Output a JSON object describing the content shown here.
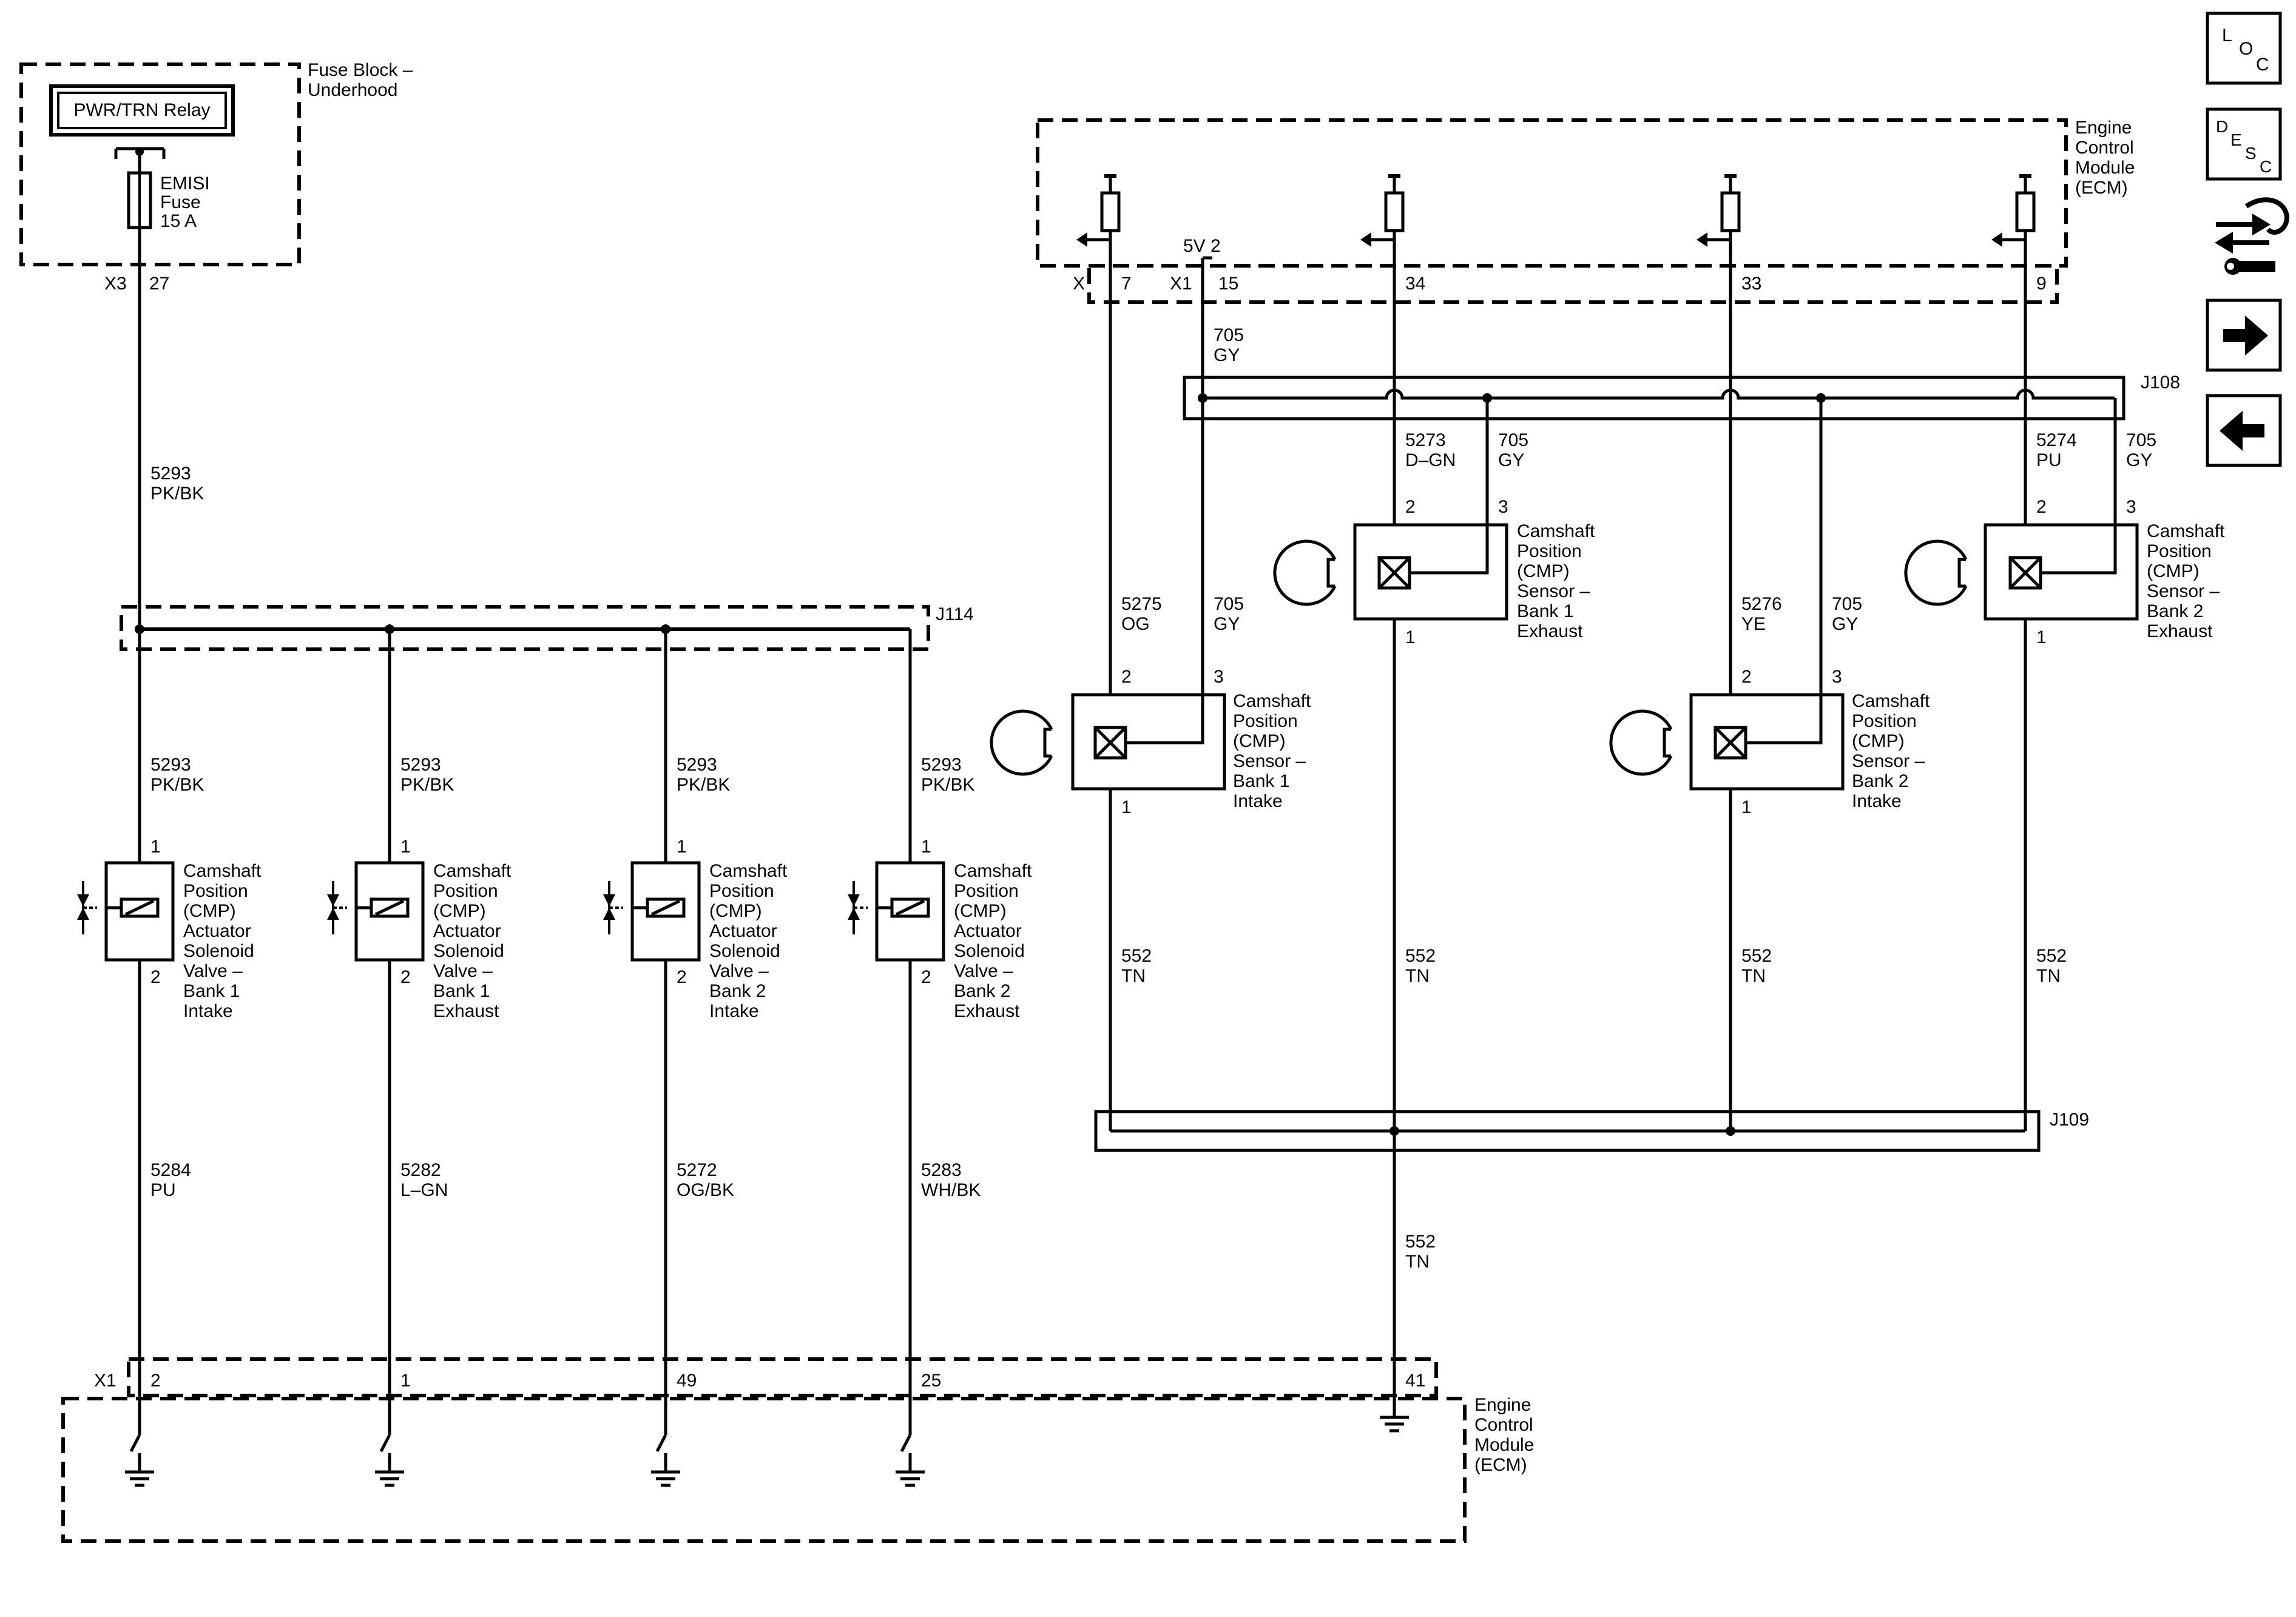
{
  "fuse_block": {
    "title_line1": "Fuse Block –",
    "title_line2": "Underhood",
    "relay": "PWR/TRN Relay",
    "fuse_line1": "EMISI",
    "fuse_line2": "Fuse",
    "fuse_line3": "15 A",
    "conn": "X3",
    "pin": "27"
  },
  "ecm_top": {
    "line1": "Engine",
    "line2": "Control",
    "line3": "Module",
    "line4": "(ECM)",
    "conn_x": "X",
    "conn_x1": "X1",
    "ref": "5V 2",
    "pins": [
      "7",
      "15",
      "34",
      "33",
      "9"
    ]
  },
  "ecm_bottom": {
    "line1": "Engine",
    "line2": "Control",
    "line3": "Module",
    "line4": "(ECM)",
    "conn": "X1",
    "pins": [
      "2",
      "1",
      "49",
      "25",
      "41"
    ]
  },
  "splices": {
    "j114": "J114",
    "j108": "J108",
    "j109": "J109"
  },
  "wires": {
    "feed": {
      "num": "5293",
      "color": "PK/BK"
    },
    "sol_feed": [
      {
        "num": "5293",
        "color": "PK/BK"
      },
      {
        "num": "5293",
        "color": "PK/BK"
      },
      {
        "num": "5293",
        "color": "PK/BK"
      },
      {
        "num": "5293",
        "color": "PK/BK"
      }
    ],
    "sol_out": [
      {
        "num": "5284",
        "color": "PU"
      },
      {
        "num": "5282",
        "color": "L–GN"
      },
      {
        "num": "5272",
        "color": "OG/BK"
      },
      {
        "num": "5283",
        "color": "WH/BK"
      }
    ],
    "ref5v": {
      "num": "705",
      "color": "GY"
    },
    "sensor_sig": [
      {
        "num": "5275",
        "color": "OG"
      },
      {
        "num": "5273",
        "color": "D–GN"
      },
      {
        "num": "5276",
        "color": "YE"
      },
      {
        "num": "5274",
        "color": "PU"
      }
    ],
    "sensor_ref": [
      {
        "num": "705",
        "color": "GY"
      },
      {
        "num": "705",
        "color": "GY"
      },
      {
        "num": "705",
        "color": "GY"
      },
      {
        "num": "705",
        "color": "GY"
      }
    ],
    "sensor_low": [
      {
        "num": "552",
        "color": "TN"
      },
      {
        "num": "552",
        "color": "TN"
      },
      {
        "num": "552",
        "color": "TN"
      },
      {
        "num": "552",
        "color": "TN"
      }
    ],
    "low_main": {
      "num": "552",
      "color": "TN"
    }
  },
  "solenoids": [
    {
      "l1": "Camshaft",
      "l2": "Position",
      "l3": "(CMP)",
      "l4": "Actuator",
      "l5": "Solenoid",
      "l6": "Valve –",
      "l7": "Bank 1",
      "l8": "Intake",
      "pin_top": "1",
      "pin_bot": "2"
    },
    {
      "l1": "Camshaft",
      "l2": "Position",
      "l3": "(CMP)",
      "l4": "Actuator",
      "l5": "Solenoid",
      "l6": "Valve –",
      "l7": "Bank 1",
      "l8": "Exhaust",
      "pin_top": "1",
      "pin_bot": "2"
    },
    {
      "l1": "Camshaft",
      "l2": "Position",
      "l3": "(CMP)",
      "l4": "Actuator",
      "l5": "Solenoid",
      "l6": "Valve –",
      "l7": "Bank 2",
      "l8": "Intake",
      "pin_top": "1",
      "pin_bot": "2"
    },
    {
      "l1": "Camshaft",
      "l2": "Position",
      "l3": "(CMP)",
      "l4": "Actuator",
      "l5": "Solenoid",
      "l6": "Valve –",
      "l7": "Bank 2",
      "l8": "Exhaust",
      "pin_top": "1",
      "pin_bot": "2"
    }
  ],
  "sensors": [
    {
      "l1": "Camshaft",
      "l2": "Position",
      "l3": "(CMP)",
      "l4": "Sensor –",
      "l5": "Bank 1",
      "l6": "Intake",
      "p_sig": "2",
      "p_ref": "3",
      "p_low": "1"
    },
    {
      "l1": "Camshaft",
      "l2": "Position",
      "l3": "(CMP)",
      "l4": "Sensor –",
      "l5": "Bank 1",
      "l6": "Exhaust",
      "p_sig": "2",
      "p_ref": "3",
      "p_low": "1"
    },
    {
      "l1": "Camshaft",
      "l2": "Position",
      "l3": "(CMP)",
      "l4": "Sensor –",
      "l5": "Bank 2",
      "l6": "Intake",
      "p_sig": "2",
      "p_ref": "3",
      "p_low": "1"
    },
    {
      "l1": "Camshaft",
      "l2": "Position",
      "l3": "(CMP)",
      "l4": "Sensor –",
      "l5": "Bank 2",
      "l6": "Exhaust",
      "p_sig": "2",
      "p_ref": "3",
      "p_low": "1"
    }
  ],
  "nav": {
    "loc_l": "L",
    "loc_o": "O",
    "loc_c": "C",
    "desc_d": "D",
    "desc_e": "E",
    "desc_s": "S",
    "desc_c": "C"
  }
}
